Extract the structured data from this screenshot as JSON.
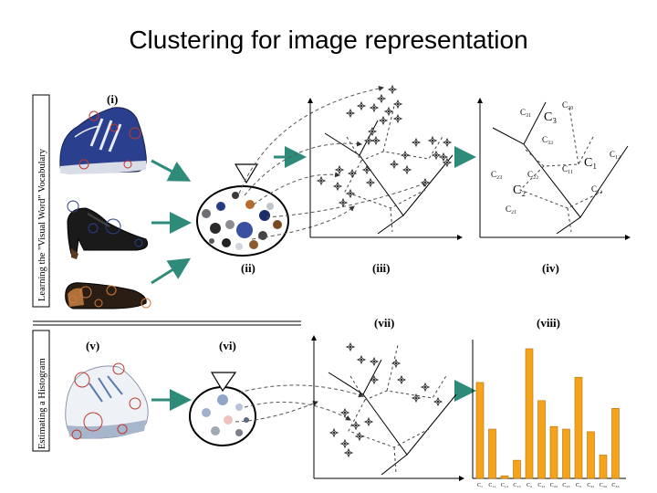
{
  "title": "Clustering for image representation",
  "side_labels": {
    "top": "Learning the \"Visual Word\" Vocabulary",
    "bottom": "Estimating a Histogram"
  },
  "panel_labels": {
    "i": "(i)",
    "ii": "(ii)",
    "iii": "(iii)",
    "iv": "(iv)",
    "v": "(v)",
    "vi": "(vi)",
    "vii": "(vii)",
    "viii": "(viii)"
  },
  "cluster_labels": [
    {
      "text": "C₃₁",
      "size": "small"
    },
    {
      "text": "C₃",
      "size": "big"
    },
    {
      "text": "C₃₀",
      "size": "small"
    },
    {
      "text": "C₃₂",
      "size": "small"
    },
    {
      "text": "C₁₂",
      "size": "small"
    },
    {
      "text": "C₁",
      "size": "big"
    },
    {
      "text": "C₁₁",
      "size": "small"
    },
    {
      "text": "C₂₃",
      "size": "small"
    },
    {
      "text": "C₂₂",
      "size": "small"
    },
    {
      "text": "C₂",
      "size": "big"
    },
    {
      "text": "C₁₂",
      "size": "small"
    },
    {
      "text": "C₂₁",
      "size": "small"
    }
  ],
  "chart_data": {
    "type": "bar",
    "categories": [
      "C₁",
      "C₁₁",
      "C₁₂",
      "C₁₃",
      "C₂",
      "C₂₁",
      "C₂₂",
      "C₂₃",
      "C₃",
      "C₃₁",
      "C₃₂",
      "C₃₃"
    ],
    "values": [
      0.74,
      0.38,
      0.02,
      0.14,
      1.0,
      0.6,
      0.4,
      0.38,
      0.78,
      0.36,
      0.18,
      0.54
    ],
    "bar_color": "#f5a31a",
    "ylim": [
      0,
      1
    ]
  },
  "colors": {
    "arrow_teal": "#2e8b7a",
    "bar_fill": "#f5a31a",
    "shoe_blue": "#2b3f8f",
    "marker_red": "#c0392b"
  }
}
